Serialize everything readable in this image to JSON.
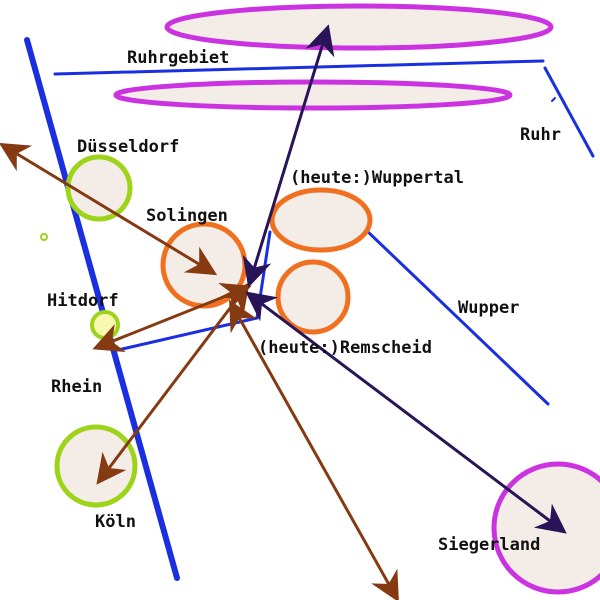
{
  "colors": {
    "background": "#ffffff",
    "river": "#1a2fe0",
    "region_outline": "#cc33e0",
    "wupper_city_outline": "#f07020",
    "rhine_city_outline": "#9dd41a",
    "small_town_fill": "#f8f8b0",
    "area_fill": "#f4ece6",
    "arrow_brown": "#853a12",
    "arrow_dark": "#2a1458",
    "label": "#111111"
  },
  "labels": {
    "ruhrgebiet": "Ruhrgebiet",
    "ruhr": "Ruhr",
    "duesseldorf": "Düsseldorf",
    "wuppertal": "(heute:)Wuppertal",
    "solingen": "Solingen",
    "hitdorf": "Hitdorf",
    "wupper": "Wupper",
    "remscheid": "(heute:)Remscheid",
    "rhein": "Rhein",
    "koeln": "Köln",
    "siegerland": "Siegerland"
  }
}
